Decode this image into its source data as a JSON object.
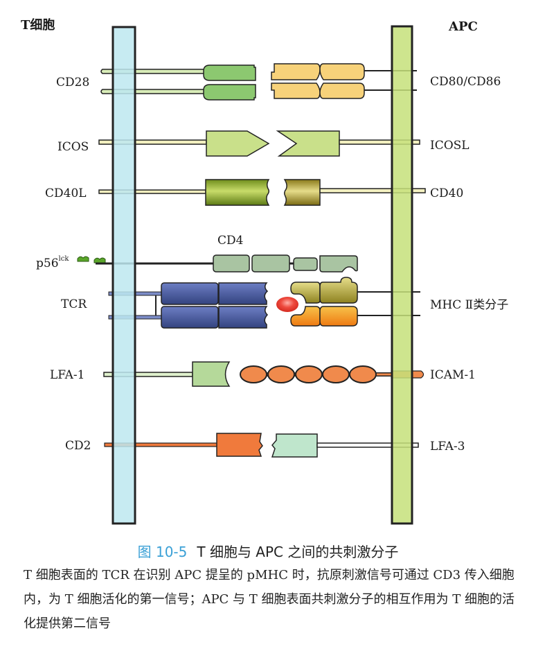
{
  "diagram": {
    "t_cell_label": "T细胞",
    "apc_label": "APC",
    "colors": {
      "t_membrane": "#bde8f0",
      "apc_membrane": "#c5e07a",
      "cd28": "#8cc870",
      "cd80": "#f7d27a",
      "icos": "#c9e08a",
      "cd40l": "#8aac2a",
      "cd40": "#a8962a",
      "cd4": "#a9c4a2",
      "tcr": "#4d5ea8",
      "mhc_alpha": "#b9ac3c",
      "mhc_beta": "#f39a1e",
      "peptide": "#e5392f",
      "lfa1": "#b5d99a",
      "icam1": "#f08a4c",
      "cd2": "#f07a3c",
      "lfa3": "#bfe6cc"
    },
    "pairs": [
      {
        "left": "CD28",
        "right": "CD80/CD86"
      },
      {
        "left": "ICOS",
        "right": "ICOSL"
      },
      {
        "left": "CD40L",
        "right": "CD40"
      },
      {
        "left": "p56",
        "left_sup": "lck",
        "center": "CD4",
        "right": ""
      },
      {
        "left": "TCR",
        "right": "MHC Ⅱ类分子"
      },
      {
        "left": "LFA-1",
        "right": "ICAM-1"
      },
      {
        "left": "CD2",
        "right": "LFA-3"
      }
    ]
  },
  "caption": {
    "figure_number": "图 10-5",
    "title": "T 细胞与 APC 之间的共刺激分子"
  },
  "description": "T 细胞表面的 TCR 在识别 APC 提呈的 pMHC 时，抗原刺激信号可通过 CD3 传入细胞内，为 T 细胞活化的第一信号；APC 与 T 细胞表面共刺激分子的相互作用为 T 细胞的活化提供第二信号"
}
